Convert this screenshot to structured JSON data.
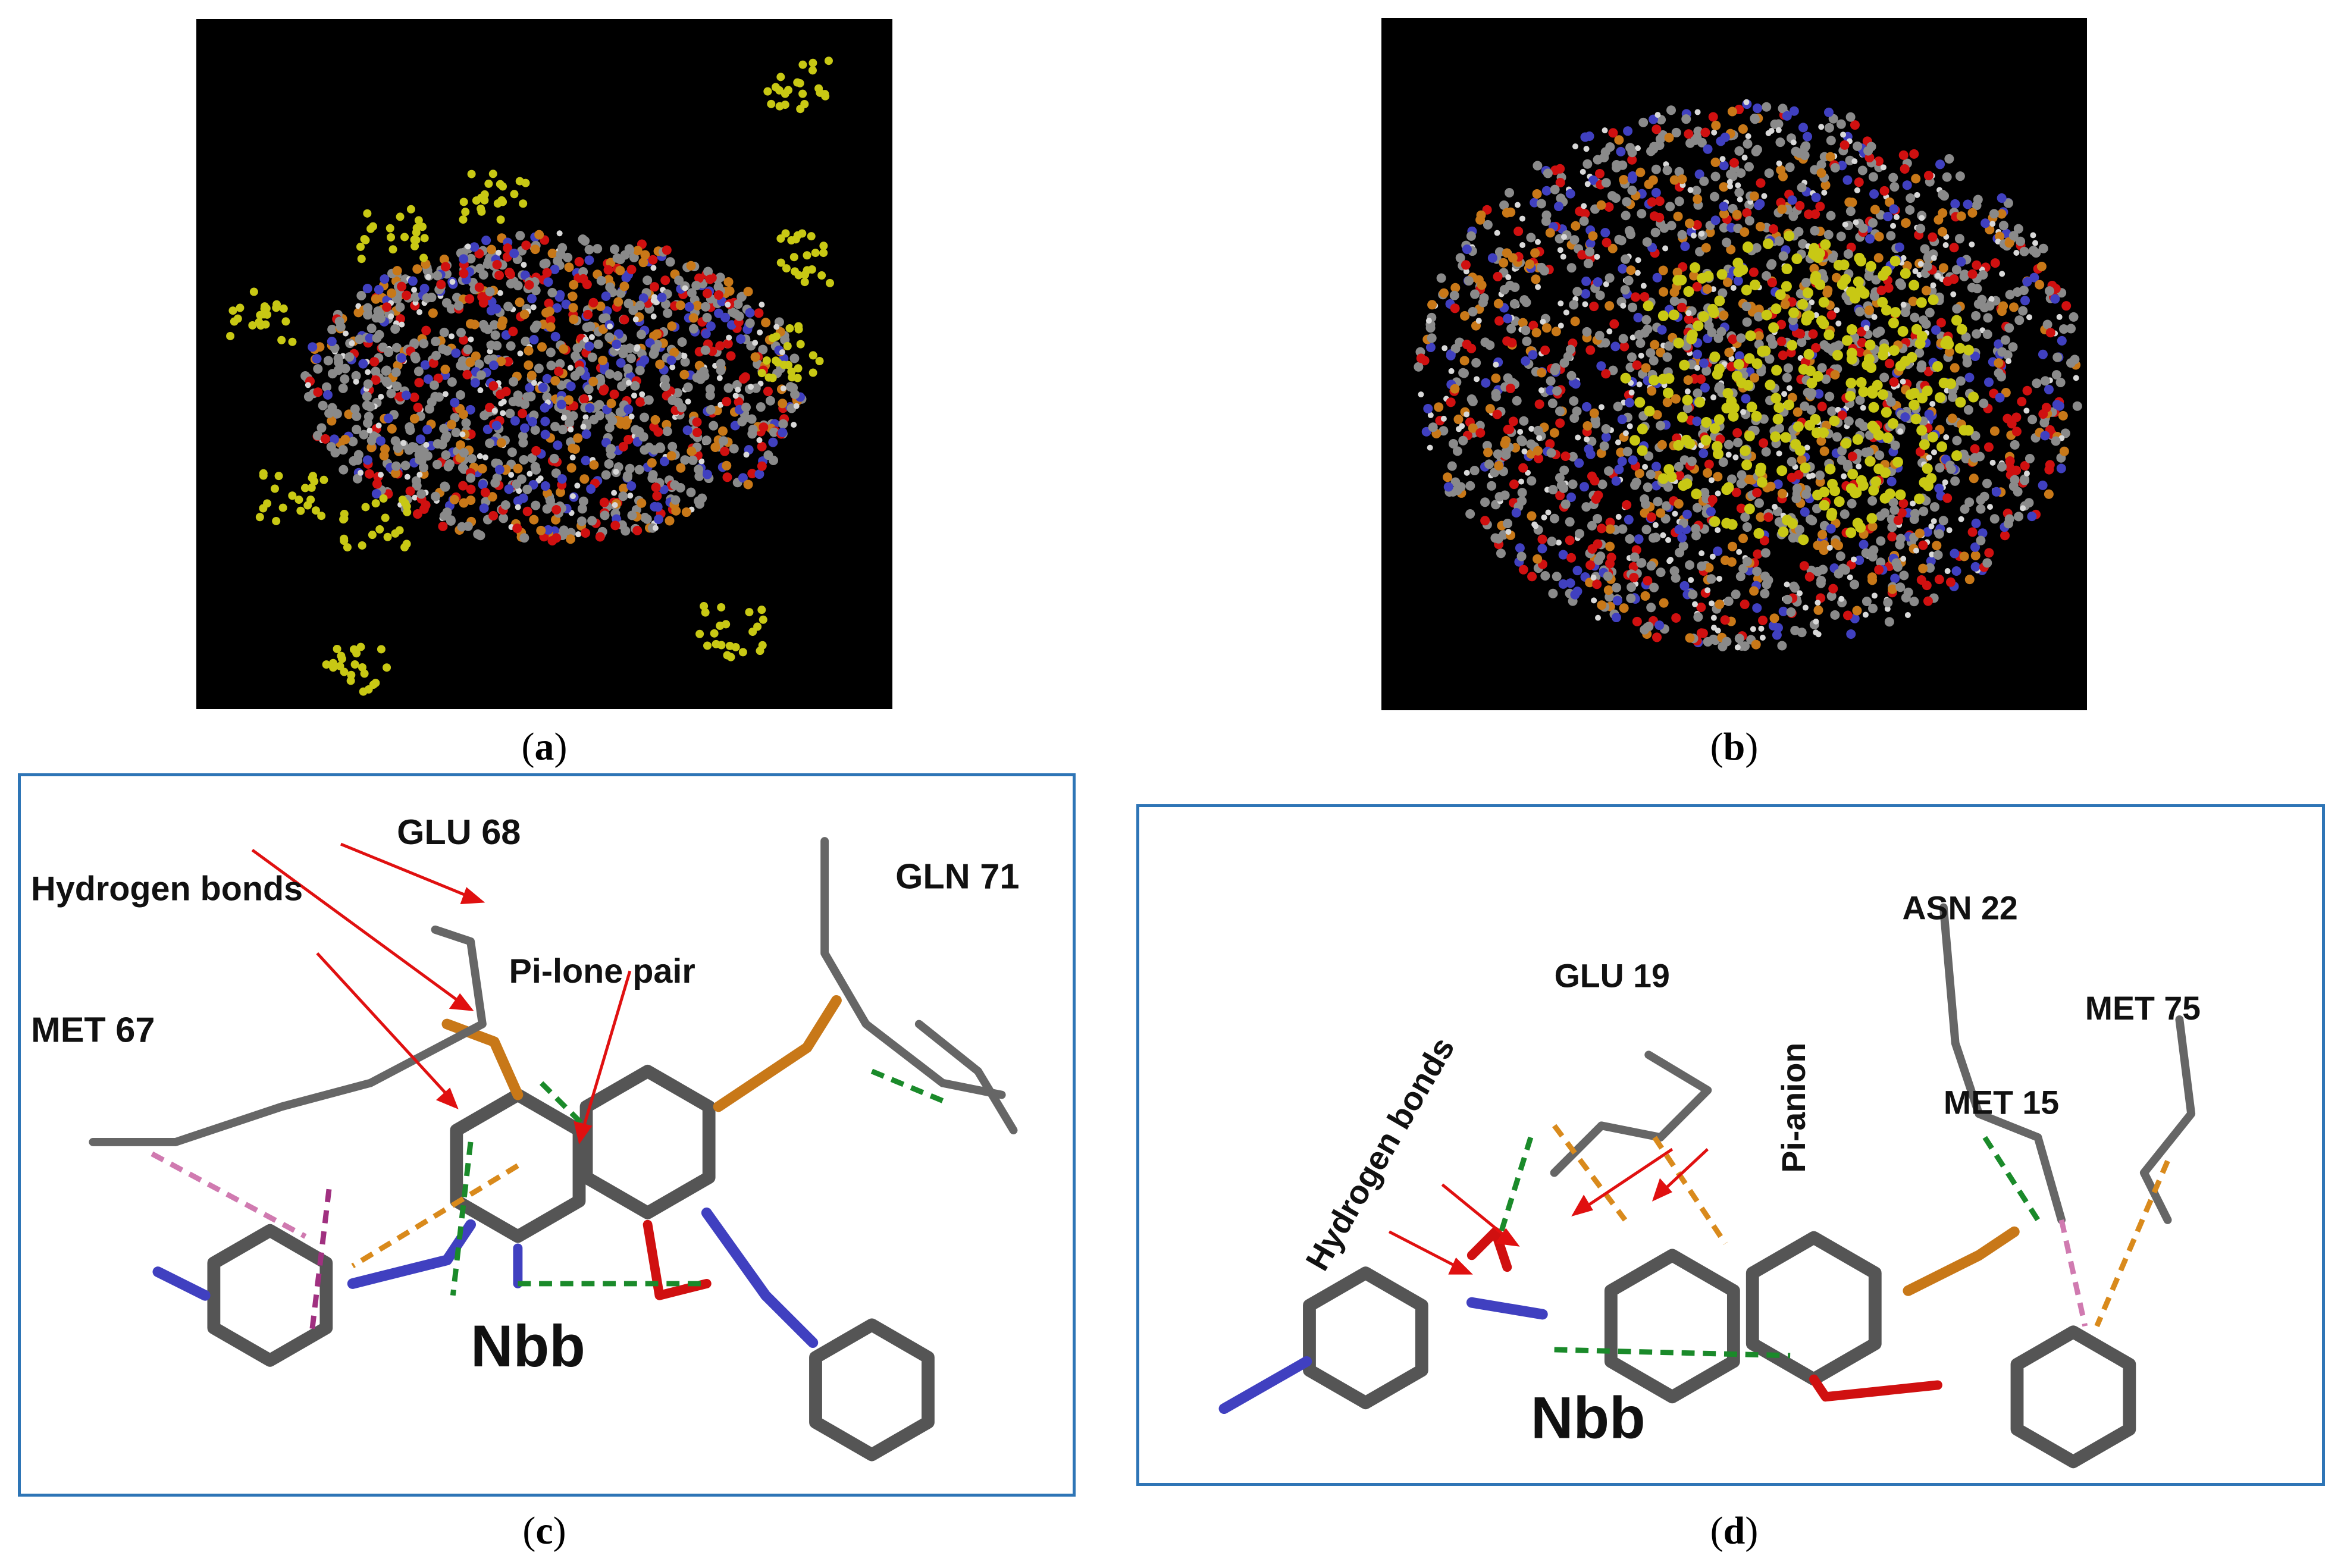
{
  "captions": {
    "a": "a",
    "b": "b",
    "c": "c",
    "d": "d"
  },
  "panel_c": {
    "residues": [
      "GLU 68",
      "GLN 71",
      "MET 67"
    ],
    "annotations": [
      "Hydrogen bonds",
      "Pi-lone pair"
    ],
    "ligand": "Nbb"
  },
  "panel_d": {
    "residues": [
      "ASN 22",
      "GLU 19",
      "MET 75",
      "MET 15"
    ],
    "annotations": [
      "Hydrogen bonds",
      "Pi-anion"
    ],
    "ligand": "Nbb"
  },
  "colors": {
    "background_dark": "#000000",
    "ligand_yellow": "#c8c814",
    "carbon_grey": "#8a8a8a",
    "oxygen_red": "#d01010",
    "nitrogen_blue": "#4040c0",
    "sulfur_orange": "#c87818",
    "frame_blue": "#2e75b6",
    "hbond_green": "#1a8a2a",
    "pi_orange": "#d98a1c",
    "pi_pink": "#d07ab0",
    "arrow_red": "#e01010"
  }
}
